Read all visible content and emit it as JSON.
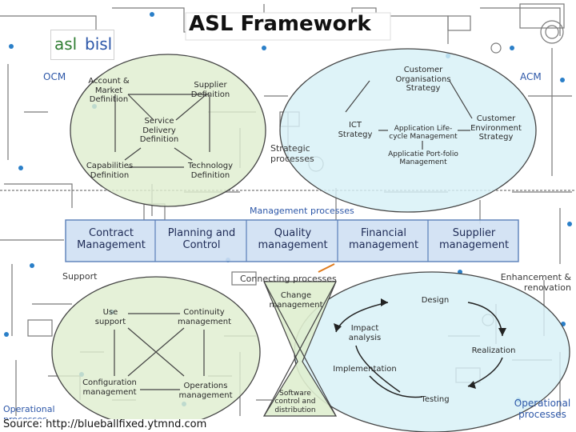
{
  "title": "ASL Framework",
  "logo": {
    "part1": "asl",
    "part2": "bisl"
  },
  "ocm_label": "OCM",
  "acm_label": "ACM",
  "left_circle": {
    "items": [
      "Account & Market Definition",
      "Supplier Definition",
      "Service Delivery Definition",
      "Capabilities Definition",
      "Technology Definition"
    ]
  },
  "right_circle": {
    "items": [
      "Customer Organisations Strategy",
      "ICT Strategy",
      "Application Life-cycle Management",
      "Customer Environment Strategy",
      "Applicatie Port-folio Management"
    ]
  },
  "strategic_label": "Strategic processes",
  "management_label": "Management processes",
  "band": {
    "items": [
      "Contract Management",
      "Planning and Control",
      "Quality management",
      "Financial management",
      "Supplier management"
    ]
  },
  "support_label": "Support",
  "connecting_label": "Connecting processes",
  "enhancement_label": "Enhancement & renovation",
  "ops_left_label": "Operational processes",
  "ops_right_label": "Operational processes",
  "support_circle": {
    "items": [
      "Use support",
      "Continuity management",
      "Configuration management",
      "Operations management"
    ]
  },
  "connecting_items": [
    "Change management",
    "Software control and distribution"
  ],
  "enhancement_items": [
    "Design",
    "Impact analysis",
    "Realization",
    "Implementation",
    "Testing"
  ],
  "source_text": "Source: http://blueballfixed.ytmnd.com",
  "colors": {
    "circle_fill": "#dfeecf",
    "circle_fill_blue": "#d7f0f6",
    "band_fill": "#cfe0f3",
    "band_border": "#5a7fb8",
    "title_bg": "#ffffff"
  }
}
